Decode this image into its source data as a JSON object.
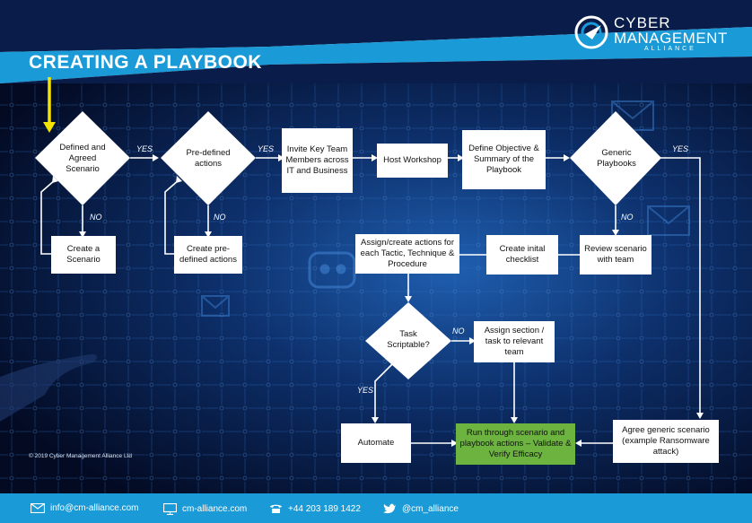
{
  "title": "CREATING A PLAYBOOK",
  "logo": {
    "line1": "CYBER",
    "line2": "MANAGEMENT",
    "line3": "ALLIANCE"
  },
  "nodes": {
    "defined": "Defined and Agreed Scenario",
    "create_scenario": "Create a Scenario",
    "predefined": "Pre-defined actions",
    "create_predefined": "Create pre-defined actions",
    "invite": "Invite Key Team Members across IT and Business",
    "host": "Host Workshop",
    "define": "Define Objective & Summary of the Playbook",
    "generic": "Generic Playbooks",
    "review": "Review scenario with team",
    "checklist": "Create inital checklist",
    "assign_create": "Assign/create actions for each Tactic, Technique & Procedure",
    "task": "Task Scriptable?",
    "assign_section": "Assign section / task to relevant team",
    "automate": "Automate",
    "run": "Run through scenario and playbook actions – Validate & Verify Efficacy",
    "agree": "Agree generic scenario (example Ransomware attack)"
  },
  "edge_labels": {
    "yes": "YES",
    "no": "NO"
  },
  "copyright": "© 2019 Cyber Management Alliance Ltd",
  "footer": {
    "email": "info@cm-alliance.com",
    "web": "cm-alliance.com",
    "phone": "+44 203 189 1422",
    "twitter": "@cm_alliance"
  },
  "colors": {
    "accent_blue": "#1a9ad6",
    "navy": "#0a1d4a",
    "green": "#6cb33f",
    "yellow": "#f5e400"
  },
  "icons": [
    "email-icon",
    "monitor-icon",
    "phone-icon",
    "twitter-icon",
    "logo-icon"
  ]
}
